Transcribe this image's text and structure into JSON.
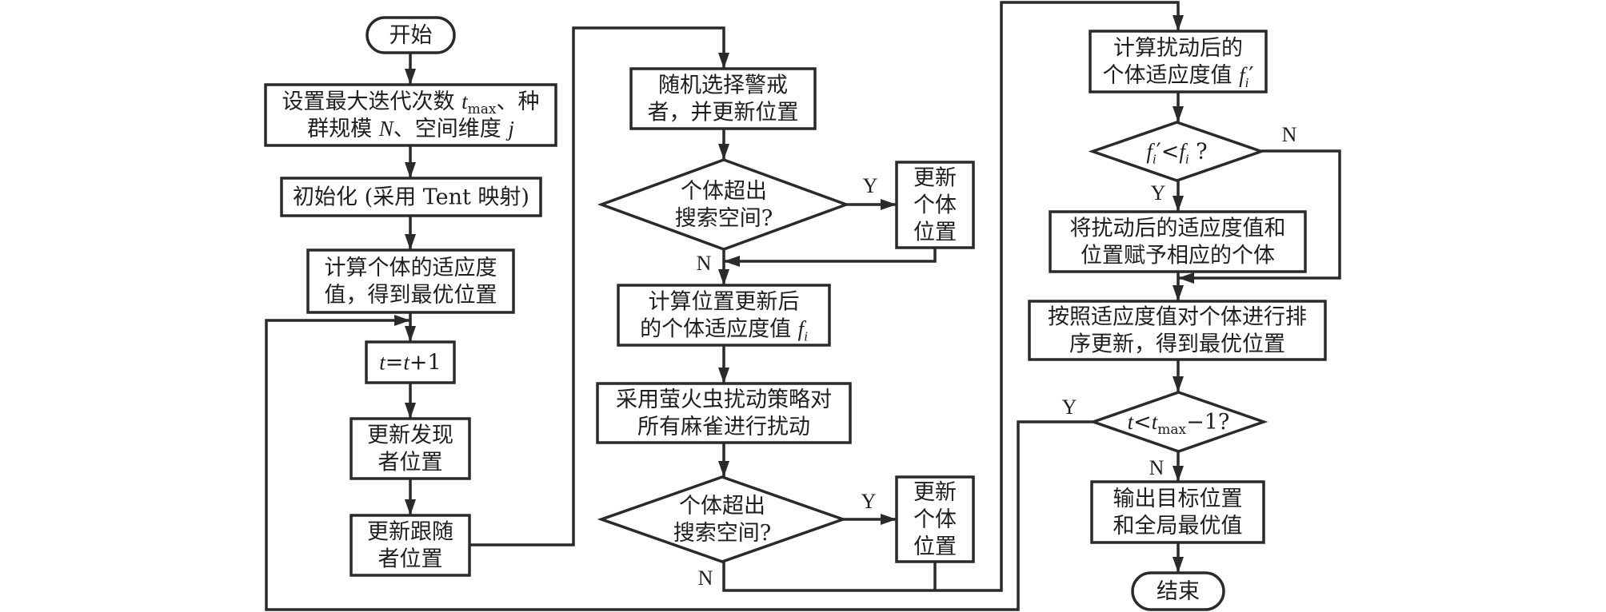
{
  "diagram": {
    "type": "flowchart",
    "nodes": [
      {
        "id": "start",
        "shape": "terminal",
        "lines": [
          [
            {
              "t": "开始"
            }
          ]
        ]
      },
      {
        "id": "set-params",
        "shape": "process",
        "lines": [
          [
            {
              "t": "设置最大迭代次数 "
            },
            {
              "t": "t",
              "i": true
            },
            {
              "t": "max",
              "sub": true
            },
            {
              "t": "、种"
            }
          ],
          [
            {
              "t": "群规模 "
            },
            {
              "t": "N",
              "i": true
            },
            {
              "t": "、空间维度 "
            },
            {
              "t": "j",
              "i": true
            }
          ]
        ]
      },
      {
        "id": "init",
        "shape": "process",
        "lines": [
          [
            {
              "t": "初始化 (采用 Tent 映射)"
            }
          ]
        ]
      },
      {
        "id": "calc-fitness",
        "shape": "process",
        "lines": [
          [
            {
              "t": "计算个体的适应度"
            }
          ],
          [
            {
              "t": "值，得到最优位置"
            }
          ]
        ]
      },
      {
        "id": "increment-t",
        "shape": "process",
        "lines": [
          [
            {
              "t": "t",
              "i": true
            },
            {
              "t": "="
            },
            {
              "t": "t",
              "i": true
            },
            {
              "t": "+1"
            }
          ]
        ]
      },
      {
        "id": "update-discoverer",
        "shape": "process",
        "lines": [
          [
            {
              "t": "更新发现"
            }
          ],
          [
            {
              "t": "者位置"
            }
          ]
        ]
      },
      {
        "id": "update-follower",
        "shape": "process",
        "lines": [
          [
            {
              "t": "更新跟随"
            }
          ],
          [
            {
              "t": "者位置"
            }
          ]
        ]
      },
      {
        "id": "select-guard",
        "shape": "process",
        "lines": [
          [
            {
              "t": "随机选择警戒"
            }
          ],
          [
            {
              "t": "者，并更新位置"
            }
          ]
        ]
      },
      {
        "id": "bound-check-1",
        "shape": "decision",
        "lines": [
          [
            {
              "t": "个体超出"
            }
          ],
          [
            {
              "t": "搜索空间?"
            }
          ]
        ]
      },
      {
        "id": "update-position-1",
        "shape": "process",
        "lines": [
          [
            {
              "t": "更新"
            }
          ],
          [
            {
              "t": "个体"
            }
          ],
          [
            {
              "t": "位置"
            }
          ]
        ]
      },
      {
        "id": "calc-updated-fitness",
        "shape": "process",
        "lines": [
          [
            {
              "t": "计算位置更新后"
            }
          ],
          [
            {
              "t": "的个体适应度值 "
            },
            {
              "t": "f",
              "i": true
            },
            {
              "t": "i",
              "i": true,
              "sub": true
            }
          ]
        ]
      },
      {
        "id": "firefly-perturb",
        "shape": "process",
        "lines": [
          [
            {
              "t": "采用萤火虫扰动策略对"
            }
          ],
          [
            {
              "t": "所有麻雀进行扰动"
            }
          ]
        ]
      },
      {
        "id": "bound-check-2",
        "shape": "decision",
        "lines": [
          [
            {
              "t": "个体超出"
            }
          ],
          [
            {
              "t": "搜索空间?"
            }
          ]
        ]
      },
      {
        "id": "update-position-2",
        "shape": "process",
        "lines": [
          [
            {
              "t": "更新"
            }
          ],
          [
            {
              "t": "个体"
            }
          ],
          [
            {
              "t": "位置"
            }
          ]
        ]
      },
      {
        "id": "calc-perturbed-fitness",
        "shape": "process",
        "lines": [
          [
            {
              "t": "计算扰动后的"
            }
          ],
          [
            {
              "t": "个体适应度值 "
            },
            {
              "t": "f",
              "i": true
            },
            {
              "t": "i",
              "i": true,
              "sub": true
            },
            {
              "t": "′"
            }
          ]
        ]
      },
      {
        "id": "compare-fitness",
        "shape": "decision",
        "lines": [
          [
            {
              "t": "f",
              "i": true
            },
            {
              "t": "i",
              "i": true,
              "sub": true
            },
            {
              "t": "′<"
            },
            {
              "t": "f",
              "i": true
            },
            {
              "t": "i",
              "i": true,
              "sub": true
            },
            {
              "t": " ?"
            }
          ]
        ]
      },
      {
        "id": "assign-perturbed",
        "shape": "process",
        "lines": [
          [
            {
              "t": "将扰动后的适应度值和"
            }
          ],
          [
            {
              "t": "位置赋予相应的个体"
            }
          ]
        ]
      },
      {
        "id": "sort-update",
        "shape": "process",
        "lines": [
          [
            {
              "t": "按照适应度值对个体进行排"
            }
          ],
          [
            {
              "t": "序更新，得到最优位置"
            }
          ]
        ]
      },
      {
        "id": "iteration-check",
        "shape": "decision",
        "lines": [
          [
            {
              "t": "t",
              "i": true
            },
            {
              "t": "<"
            },
            {
              "t": "t",
              "i": true
            },
            {
              "t": "max",
              "sub": true
            },
            {
              "t": "−1?"
            }
          ]
        ]
      },
      {
        "id": "output-result",
        "shape": "process",
        "lines": [
          [
            {
              "t": "输出目标位置"
            }
          ],
          [
            {
              "t": "和全局最优值"
            }
          ]
        ]
      },
      {
        "id": "end",
        "shape": "terminal",
        "lines": [
          [
            {
              "t": "结束"
            }
          ]
        ]
      }
    ],
    "edges": [
      {
        "from": "start",
        "to": "set-params"
      },
      {
        "from": "set-params",
        "to": "init"
      },
      {
        "from": "init",
        "to": "calc-fitness"
      },
      {
        "from": "calc-fitness",
        "to": "increment-t"
      },
      {
        "from": "increment-t",
        "to": "update-discoverer"
      },
      {
        "from": "update-discoverer",
        "to": "update-follower"
      },
      {
        "from": "update-follower",
        "to": "select-guard"
      },
      {
        "from": "select-guard",
        "to": "bound-check-1"
      },
      {
        "from": "bound-check-1",
        "to": "update-position-1",
        "label": "Y"
      },
      {
        "from": "bound-check-1",
        "to": "calc-updated-fitness",
        "label": "N"
      },
      {
        "from": "update-position-1",
        "to": "calc-updated-fitness"
      },
      {
        "from": "calc-updated-fitness",
        "to": "firefly-perturb"
      },
      {
        "from": "firefly-perturb",
        "to": "bound-check-2"
      },
      {
        "from": "bound-check-2",
        "to": "update-position-2",
        "label": "Y"
      },
      {
        "from": "bound-check-2",
        "to": "calc-perturbed-fitness",
        "label": "N"
      },
      {
        "from": "update-position-2",
        "to": "calc-perturbed-fitness"
      },
      {
        "from": "calc-perturbed-fitness",
        "to": "compare-fitness"
      },
      {
        "from": "compare-fitness",
        "to": "assign-perturbed",
        "label": "Y"
      },
      {
        "from": "compare-fitness",
        "to": "sort-update",
        "label": "N"
      },
      {
        "from": "assign-perturbed",
        "to": "sort-update"
      },
      {
        "from": "sort-update",
        "to": "iteration-check"
      },
      {
        "from": "iteration-check",
        "to": "increment-t",
        "label": "Y"
      },
      {
        "from": "iteration-check",
        "to": "output-result",
        "label": "N"
      },
      {
        "from": "output-result",
        "to": "end"
      }
    ],
    "labels": {
      "yes": "Y",
      "no": "N"
    }
  }
}
